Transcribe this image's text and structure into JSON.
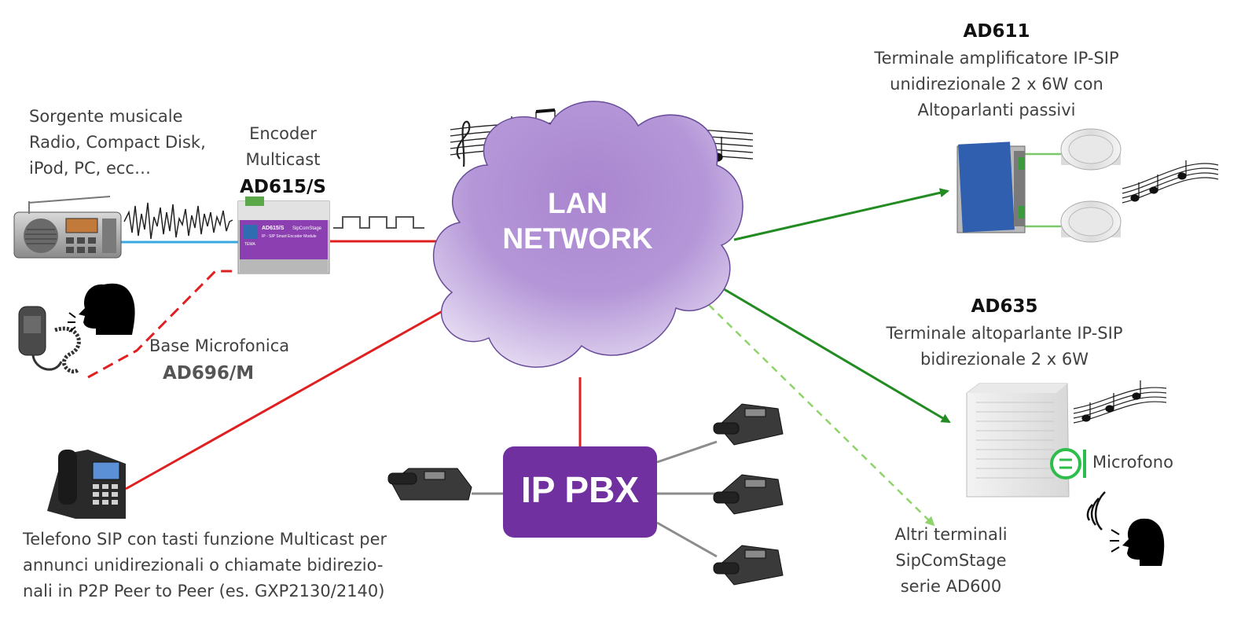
{
  "labels": {
    "source_line1": "Sorgente musicale",
    "source_line2": "Radio, Compact Disk,",
    "source_line3": "iPod, PC, ecc…",
    "encoder_line1": "Encoder",
    "encoder_line2": "Multicast",
    "encoder_model": "AD615/S",
    "mic_base_line1": "Base Microfonica",
    "mic_base_model": "AD696/M",
    "phone_desc_line1": "Telefono SIP con tasti funzione Multicast per",
    "phone_desc_line2": "annunci unidirezionali o chiamate bidirezio-",
    "phone_desc_line3": "nali in P2P Peer to Peer (es. GXP2130/2140)",
    "lan_line1": "LAN",
    "lan_line2": "NETWORK",
    "pbx": "IP PBX",
    "ad611_model": "AD611",
    "ad611_line1": "Terminale amplificatore IP-SIP",
    "ad611_line2": "unidirezionale 2 x 6W con",
    "ad611_line3": "Altoparlanti passivi",
    "ad635_model": "AD635",
    "ad635_line1": "Terminale altoparlante IP-SIP",
    "ad635_line2": "bidirezionale 2 x 6W",
    "microfono": "Microfono",
    "others_line1": "Altri terminali",
    "others_line2": "SipComStage",
    "others_line3": "serie AD600"
  },
  "device_labels": {
    "encoder_brand": "TEMA",
    "encoder_name": "AD615/S",
    "encoder_product": "SipComStage",
    "encoder_sub": "IP - SIP Smart Encoder Module"
  },
  "colors": {
    "cloud_purple": "#8a63b8",
    "pbx_purple": "#7030a0",
    "link_red": "#e02020",
    "link_green": "#228b22",
    "link_lightgreen": "#8fd46a",
    "link_blue": "#3aa8e0",
    "link_gray": "#8c8c8c"
  },
  "icons": [
    "radio-icon",
    "encoder-icon",
    "microphone-icon",
    "head-speaking-icon",
    "ip-phone-icon",
    "desk-phone-icon",
    "amplifier-icon",
    "ceiling-speaker-icon",
    "wall-speaker-icon",
    "microphone-symbol-icon",
    "sound-waves-icon",
    "music-notes-icon"
  ]
}
